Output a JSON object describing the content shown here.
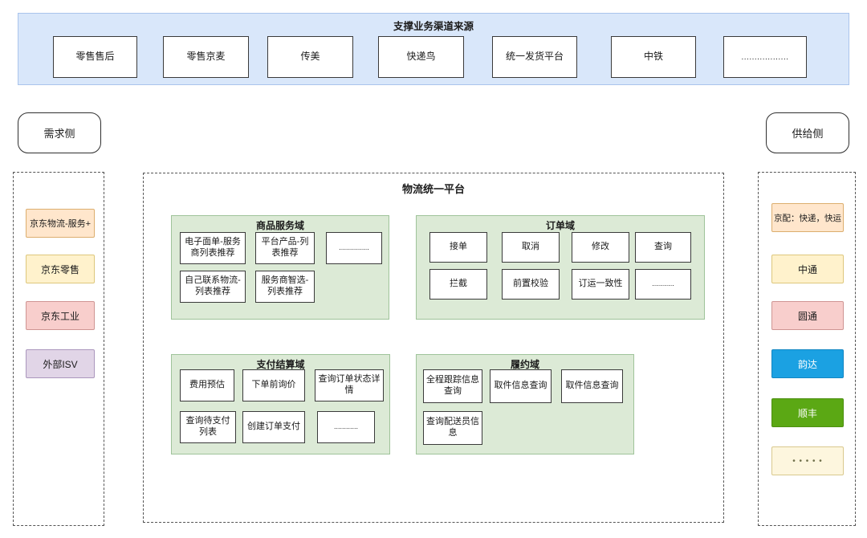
{
  "top_banner": {
    "title": "支撑业务渠道来源",
    "items": [
      "零售售后",
      "零售京麦",
      "传美",
      "快递鸟",
      "统一发货平台",
      "中铁",
      ".................."
    ]
  },
  "demand_side": {
    "label": "需求侧",
    "items": [
      {
        "label": "京东物流-服务+",
        "fill": "#ffe6cc"
      },
      {
        "label": "京东零售",
        "fill": "#fff2cc"
      },
      {
        "label": "京东工业",
        "fill": "#f8cecc"
      },
      {
        "label": "外部ISV",
        "fill": "#e1d5e7"
      }
    ]
  },
  "supply_side": {
    "label": "供给侧",
    "items": [
      {
        "label": "京配：快递，快运",
        "fill": "#ffe6cc"
      },
      {
        "label": "中通",
        "fill": "#fff2cc"
      },
      {
        "label": "圆通",
        "fill": "#f8cecc"
      },
      {
        "label": "韵达",
        "fill": "#1ba1e2"
      },
      {
        "label": "顺丰",
        "fill": "#5ba814"
      },
      {
        "label": "• • • • •",
        "fill": "#fdf6de"
      }
    ]
  },
  "platform": {
    "title": "物流统一平台",
    "domains": [
      {
        "title": "商品服务域",
        "rows": [
          [
            "电子面单-服务商列表推荐",
            "平台产品-列表推荐",
            "..............."
          ],
          [
            "自己联系物流-列表推荐",
            "服务商智选-列表推荐"
          ]
        ]
      },
      {
        "title": "订单域",
        "rows": [
          [
            "接单",
            "取消",
            "修改",
            "查询"
          ],
          [
            "拦截",
            "前置校验",
            "订运一致性",
            "..........."
          ]
        ]
      },
      {
        "title": "支付结算域",
        "rows": [
          [
            "费用预估",
            "下单前询价",
            "查询订单状态详情"
          ],
          [
            "查询待支付列表",
            "创建订单支付",
            "............"
          ]
        ]
      },
      {
        "title": "履约域",
        "rows": [
          [
            "全程跟踪信息查询",
            "取件信息查询",
            "取件信息查询"
          ],
          [
            "查询配送员信息"
          ]
        ]
      }
    ]
  },
  "colors": {
    "banner_bg": "#d9e7fa",
    "panel_bg": "#dcead6",
    "yunda_blue": "#1ba1e2",
    "shunfeng_green": "#5ba814",
    "orange": "#ffe6cc",
    "yellow": "#fff2cc",
    "pink": "#f8cecc",
    "purple": "#e1d5e7"
  }
}
